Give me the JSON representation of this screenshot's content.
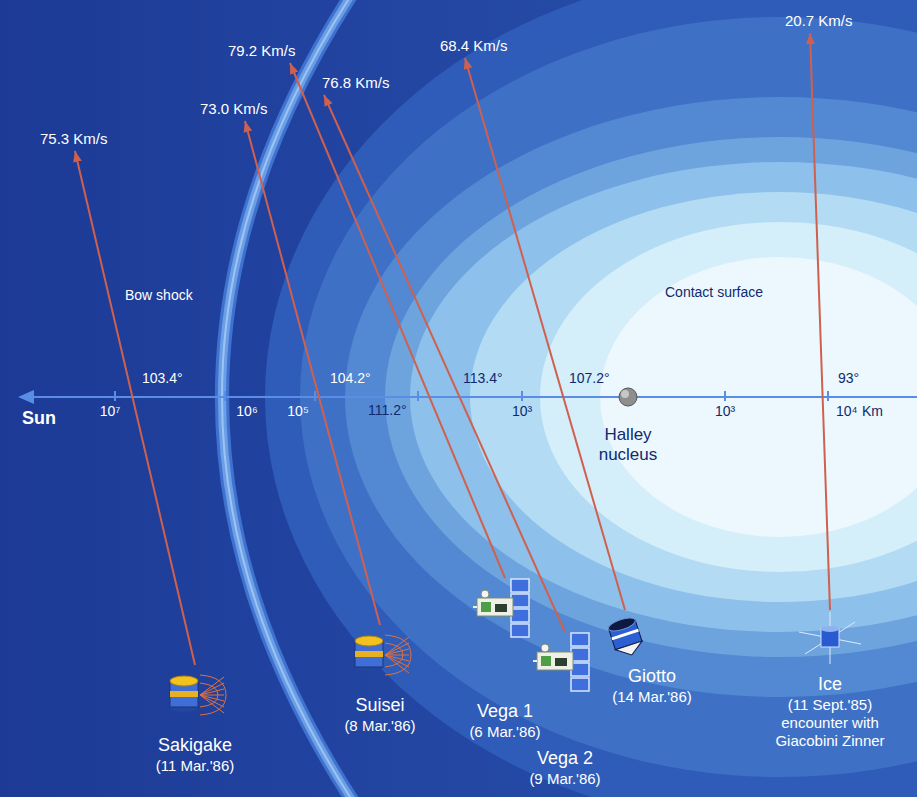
{
  "diagram": {
    "nodes": [
      {
        "text": [
          "75.3 Km/s"
        ]
      },
      {
        "text": [
          "73.0 Km/s"
        ]
      },
      {
        "text": [
          "79.2 Km/s"
        ]
      },
      {
        "text": [
          "76.8 Km/s"
        ]
      },
      {
        "text": [
          "68.4 Km/s"
        ]
      },
      {
        "text": [
          "20.7 Km/s"
        ]
      },
      {
        "text": [
          "Halley nucleus"
        ]
      },
      {
        "text": [
          "Sakigake",
          "(11 Mar.'86)"
        ]
      },
      {
        "text": [
          "Suisei",
          "(8 Mar.'86)"
        ]
      },
      {
        "text": [
          "Vega 1",
          "(6 Mar.'86)"
        ]
      },
      {
        "text": [
          "Vega 2",
          "(9 Mar.'86)"
        ]
      },
      {
        "text": [
          "Giotto",
          "(14 Mar.'86)"
        ]
      },
      {
        "text": [
          "Ice",
          "(11 Sept.'85)",
          "encounter with Giacobini Zinner"
        ]
      }
    ],
    "edges": [
      {
        "from": 7,
        "to": 0,
        "arrow": "to"
      },
      {
        "from": 8,
        "to": 1,
        "arrow": "to"
      },
      {
        "from": 9,
        "to": 2,
        "arrow": "to"
      },
      {
        "from": 10,
        "to": 3,
        "arrow": "to"
      },
      {
        "from": 11,
        "to": 4,
        "arrow": "to"
      },
      {
        "from": 12,
        "to": 5,
        "arrow": "to"
      }
    ],
    "labels": [
      "Sun",
      "Bow shock",
      "Contact surface",
      "103.4°",
      "104.2°",
      "111.2°",
      "113.4°",
      "107.2°",
      "93°",
      "10⁷",
      "10⁶",
      "10⁵",
      "10³",
      "10³",
      "10⁴",
      "Km"
    ]
  }
}
